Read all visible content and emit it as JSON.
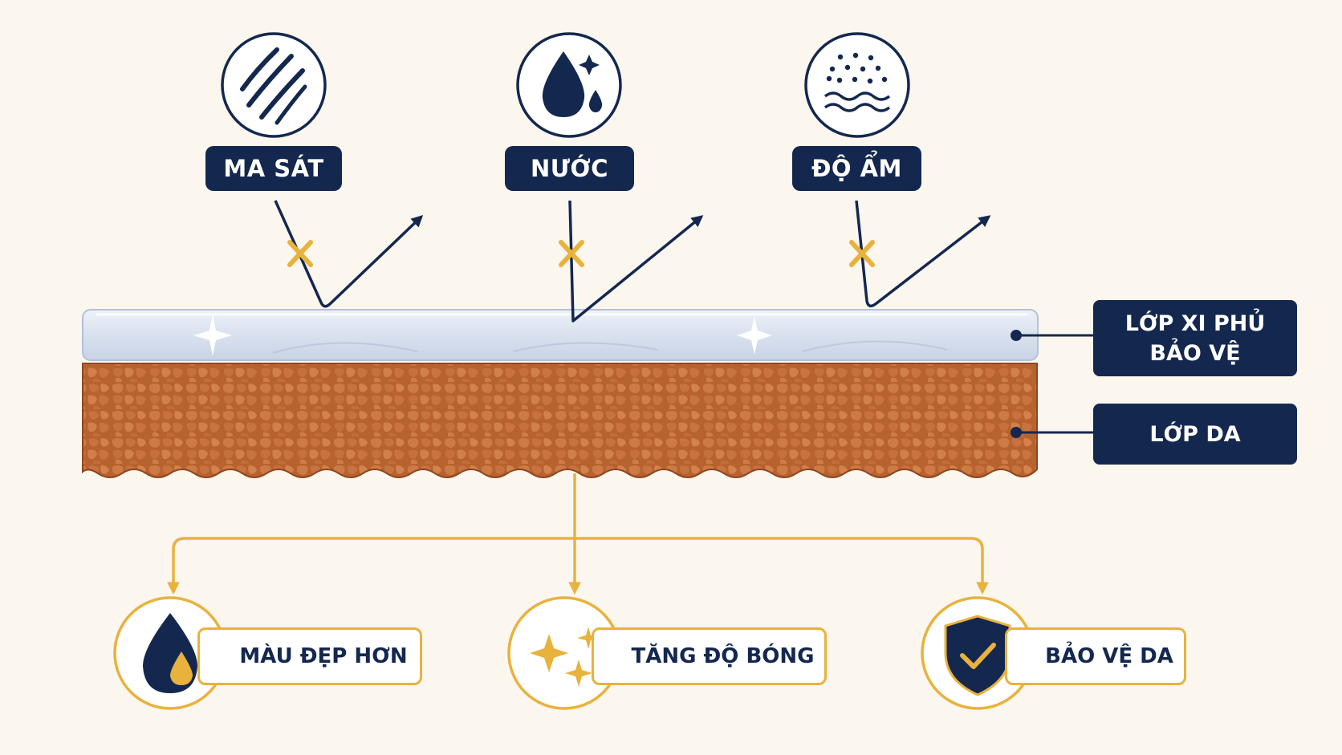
{
  "colors": {
    "background": "#fbf6ee",
    "navy": "#14284f",
    "gold": "#e8b23c",
    "leather": "#c06a34",
    "coating": "#dfe6f2"
  },
  "threats": [
    {
      "label": "MA SÁT",
      "icon": "scratch-icon",
      "blocked_icon": "blocked-x-icon"
    },
    {
      "label": "NƯỚC",
      "icon": "water-drop-icon",
      "blocked_icon": "blocked-x-icon"
    },
    {
      "label": "ĐỘ ẨM",
      "icon": "humidity-icon",
      "blocked_icon": "blocked-x-icon"
    }
  ],
  "layers": {
    "coating": {
      "line1": "LỚP XI PHỦ",
      "line2": "BẢO VỆ"
    },
    "leather": {
      "label": "LỚP DA"
    }
  },
  "benefits": [
    {
      "label": "MÀU ĐẸP HƠN",
      "icon": "color-drop-icon"
    },
    {
      "label": "TĂNG ĐỘ BÓNG",
      "icon": "sparkle-icon"
    },
    {
      "label": "BẢO VỆ DA",
      "icon": "shield-check-icon"
    }
  ]
}
